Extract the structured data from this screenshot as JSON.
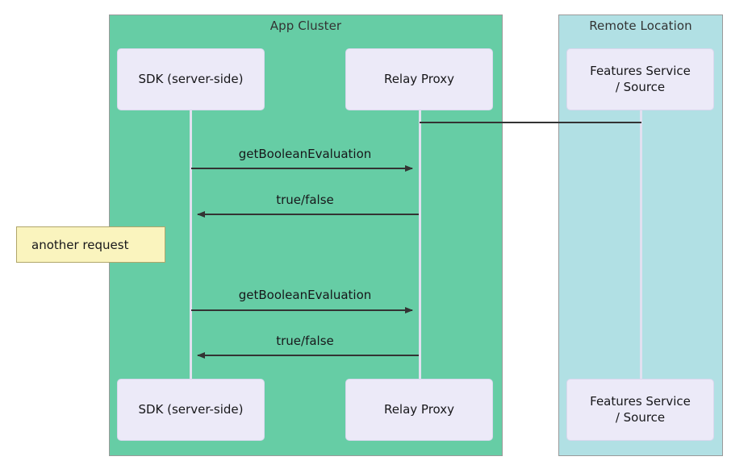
{
  "diagram": {
    "type": "sequence-diagram",
    "background": "#ffffff",
    "colors": {
      "app_cluster_fill": "#66CDA5",
      "remote_location_fill": "#B1E0E4",
      "actor_fill": "#ECEAF8",
      "note_fill": "#FAF4BE",
      "line": "#333333",
      "lifeline": "#E2E0F0"
    }
  },
  "panels": [
    {
      "id": "app-cluster",
      "title": "App Cluster"
    },
    {
      "id": "remote-location",
      "title": "Remote Location"
    }
  ],
  "actors": [
    {
      "id": "sdk",
      "label": "SDK (server-side)"
    },
    {
      "id": "relay",
      "label": "Relay Proxy"
    },
    {
      "id": "features",
      "label": "Features Service\n/ Source"
    }
  ],
  "messages": [
    {
      "id": "msg-1",
      "label": "getBooleanEvaluation",
      "from": "sdk",
      "to": "relay",
      "direction": "right"
    },
    {
      "id": "msg-2",
      "label": "true/false",
      "from": "relay",
      "to": "sdk",
      "direction": "left"
    },
    {
      "id": "msg-3",
      "label": "getBooleanEvaluation",
      "from": "sdk",
      "to": "relay",
      "direction": "right"
    },
    {
      "id": "msg-4",
      "label": "true/false",
      "from": "relay",
      "to": "sdk",
      "direction": "left"
    }
  ],
  "notes": [
    {
      "id": "note-1",
      "label": "another request"
    }
  ],
  "connectors": [
    {
      "id": "relay-to-features",
      "from": "relay",
      "to": "features",
      "style": "solid"
    }
  ]
}
